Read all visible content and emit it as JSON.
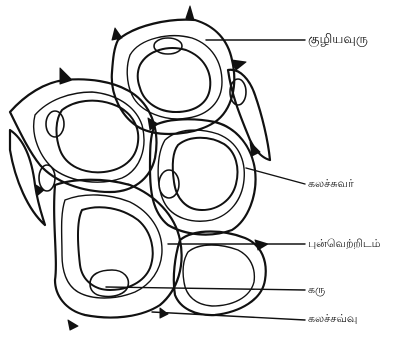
{
  "diagram": {
    "labels": [
      {
        "id": "vacuole",
        "text": "குழியவுரு"
      },
      {
        "id": "cell-wall",
        "text": "கலச்சுவர்"
      },
      {
        "id": "intercellular-space",
        "text": "புன்வெற்றிடம்"
      },
      {
        "id": "nucleus",
        "text": "கரு"
      },
      {
        "id": "cell-membrane",
        "text": "கலச்சவ்வு"
      }
    ],
    "colors": {
      "ink": "#111111",
      "background": "#ffffff"
    }
  }
}
